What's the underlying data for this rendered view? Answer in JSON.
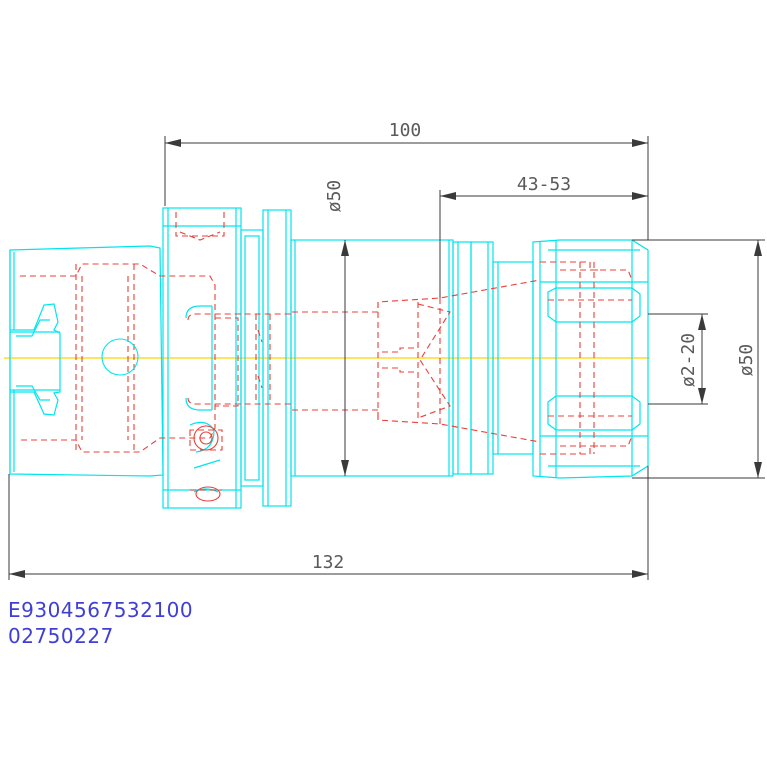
{
  "dimensions": {
    "overall_body": "100",
    "nut_range": "43-53",
    "body_diameter": "ø50",
    "clamp_range": "ø2-20",
    "nut_diameter": "ø50",
    "total_length": "132"
  },
  "part_codes": {
    "order_number": "E9304567532100",
    "article_number": "02750227"
  },
  "colors": {
    "outline": "#00e5ee",
    "hidden": "#e8403a",
    "dimension": "#3a3a3a",
    "centerline": "#ffd400",
    "code_text": "#3f3fd6"
  }
}
